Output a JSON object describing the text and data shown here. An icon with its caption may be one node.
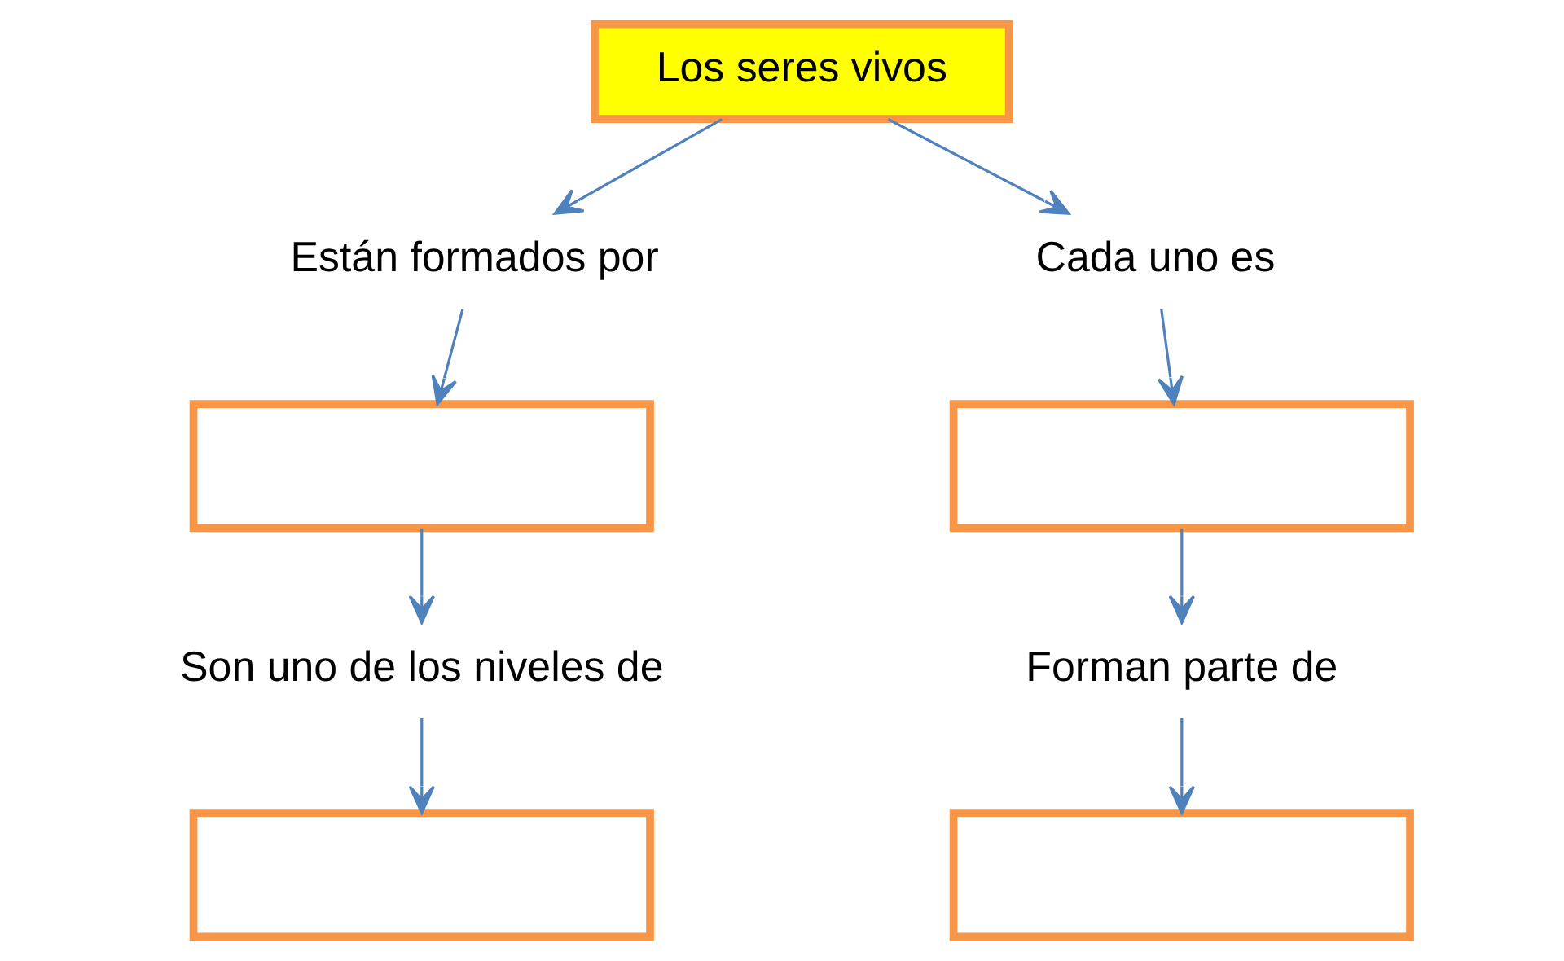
{
  "diagram": {
    "nodes": [
      {
        "text": [
          "Los seres vivos"
        ]
      },
      {
        "text": [
          "Están formados por"
        ]
      },
      {
        "text": [
          "Cada uno es"
        ]
      },
      {
        "text": [],
        "shape": "box"
      },
      {
        "text": [],
        "shape": "box"
      },
      {
        "text": [
          "Son uno de los niveles de"
        ]
      },
      {
        "text": [
          "Forman parte de"
        ]
      },
      {
        "text": [],
        "shape": "box"
      },
      {
        "text": [],
        "shape": "box"
      }
    ],
    "edges": [
      {
        "from": 0,
        "to": 1,
        "arrow": "to"
      },
      {
        "from": 0,
        "to": 2,
        "arrow": "to"
      },
      {
        "from": 1,
        "to": 3,
        "arrow": "to"
      },
      {
        "from": 2,
        "to": 4,
        "arrow": "to"
      },
      {
        "from": 3,
        "to": 5,
        "arrow": "to"
      },
      {
        "from": 4,
        "to": 6,
        "arrow": "to"
      },
      {
        "from": 5,
        "to": 7,
        "arrow": "to"
      },
      {
        "from": 6,
        "to": 8,
        "arrow": "to"
      }
    ]
  }
}
